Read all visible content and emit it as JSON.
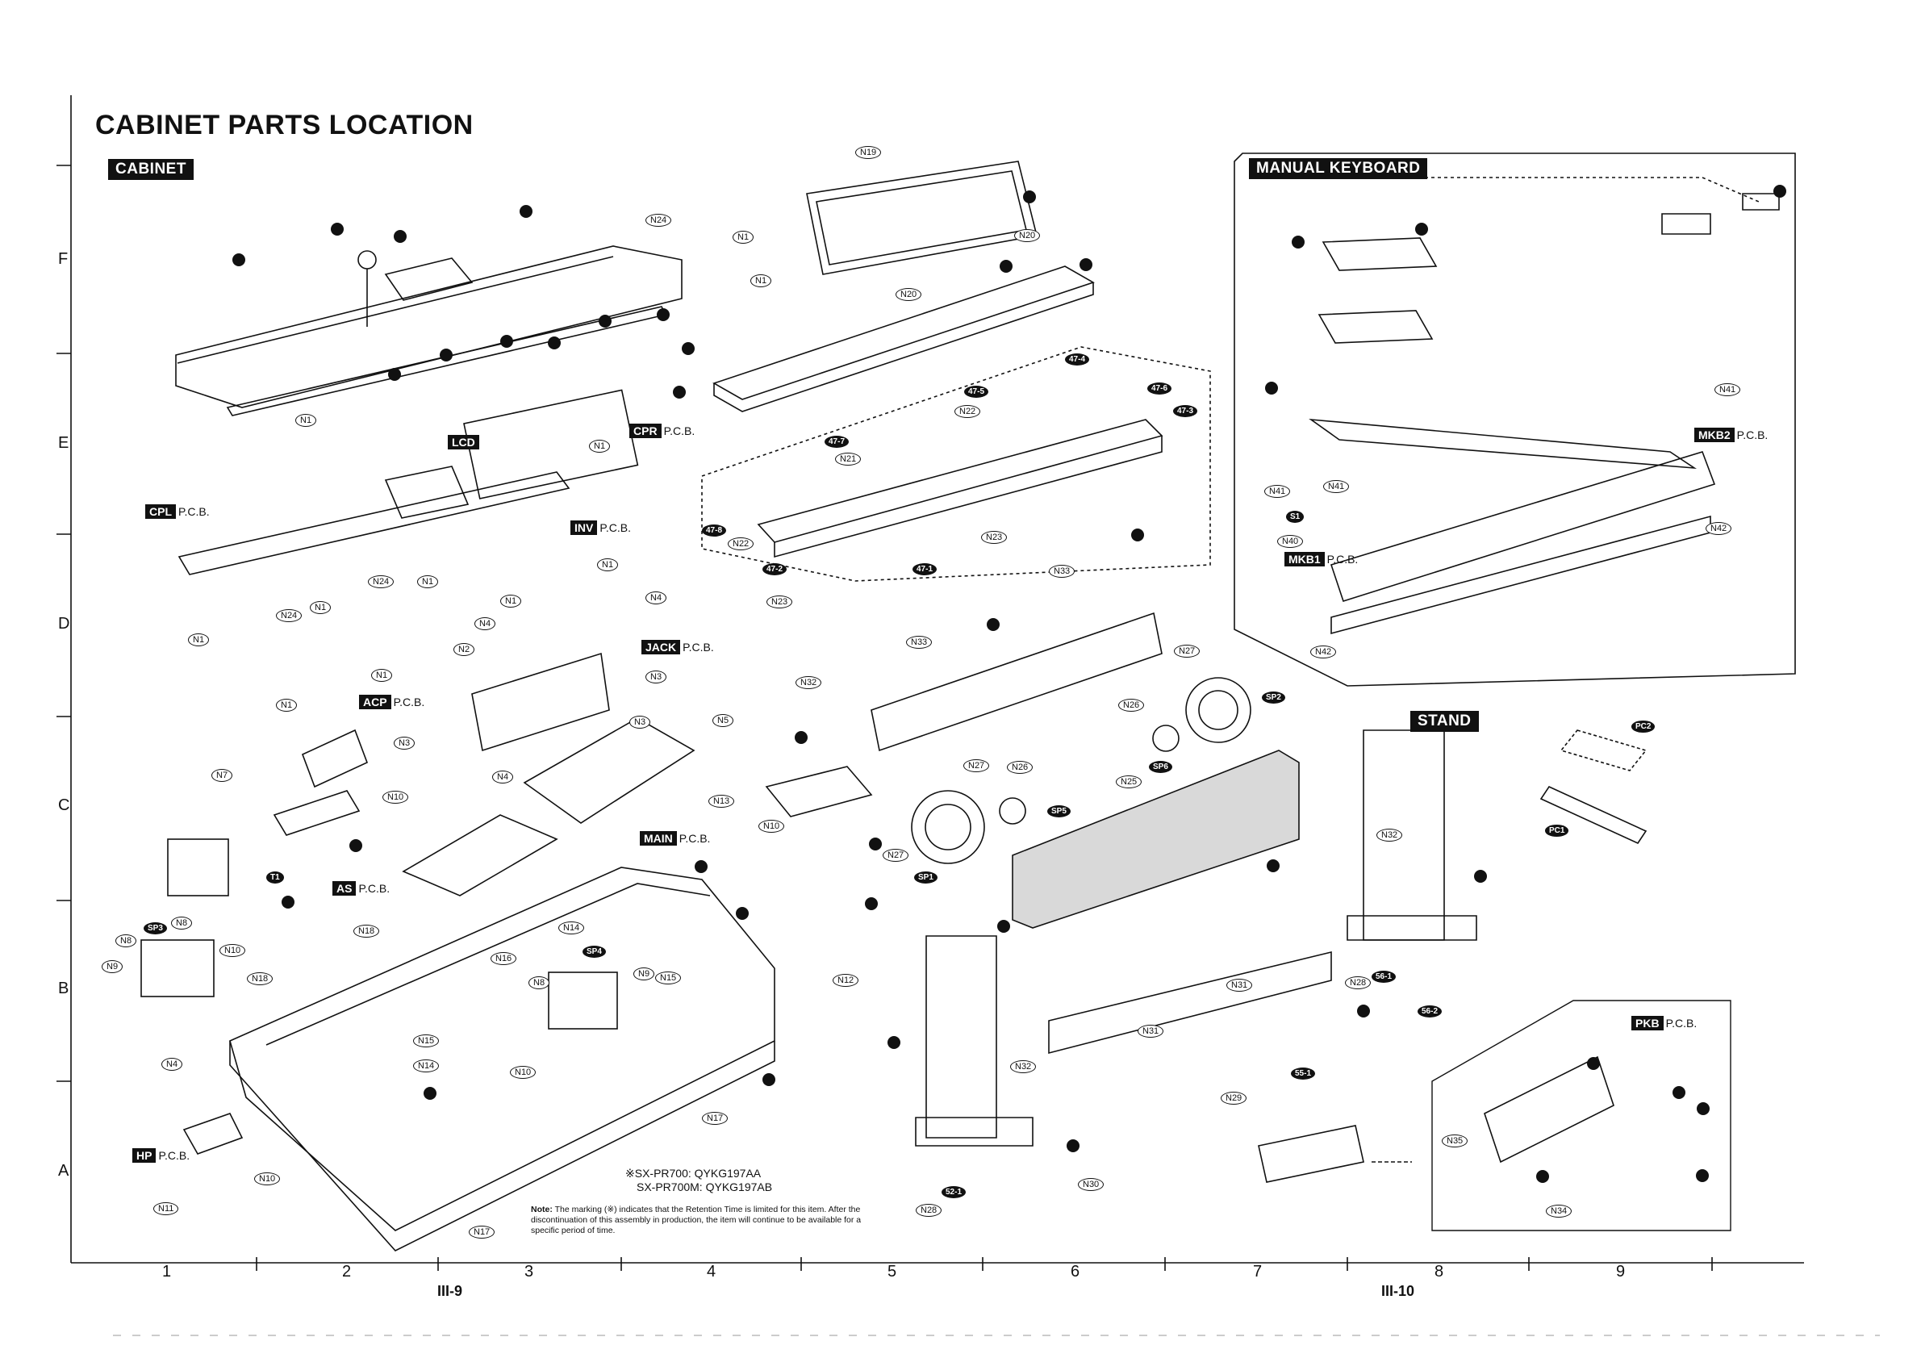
{
  "title": "CABINET PARTS LOCATION",
  "sections": {
    "cabinet": "CABINET",
    "manual_keyboard": "MANUAL KEYBOARD",
    "stand": "STAND"
  },
  "pcbs": [
    {
      "tag": "CPR",
      "suffix": "P.C.B."
    },
    {
      "tag": "LCD",
      "suffix": ""
    },
    {
      "tag": "CPL",
      "suffix": "P.C.B."
    },
    {
      "tag": "INV",
      "suffix": "P.C.B."
    },
    {
      "tag": "JACK",
      "suffix": "P.C.B."
    },
    {
      "tag": "ACP",
      "suffix": "P.C.B."
    },
    {
      "tag": "MAIN",
      "suffix": "P.C.B."
    },
    {
      "tag": "AS",
      "suffix": "P.C.B."
    },
    {
      "tag": "HP",
      "suffix": "P.C.B."
    },
    {
      "tag": "MKB2",
      "suffix": "P.C.B."
    },
    {
      "tag": "MKB1",
      "suffix": "P.C.B."
    },
    {
      "tag": "PKB",
      "suffix": "P.C.B."
    }
  ],
  "grid": {
    "rows": [
      "F",
      "E",
      "D",
      "C",
      "B",
      "A"
    ],
    "cols": [
      "1",
      "2",
      "3",
      "4",
      "5",
      "6",
      "7",
      "8",
      "9"
    ]
  },
  "page_refs": [
    "III-9",
    "III-10"
  ],
  "models": {
    "line1": "※SX-PR700: QYKG197AA",
    "line2": "SX-PR700M: QYKG197AB"
  },
  "note": {
    "label": "Note:",
    "text": "The marking (※) indicates that the Retention Time is limited for this item. After the discontinuation of this assembly in production, the item will continue to be available for a specific period of time."
  },
  "callout_labels": {
    "N1": "N1",
    "N2": "N2",
    "N3": "N3",
    "N4": "N4",
    "N5": "N5",
    "N7": "N7",
    "N8": "N8",
    "N9": "N9",
    "N10": "N10",
    "N11": "N11",
    "N12": "N12",
    "N13": "N13",
    "N14": "N14",
    "N15": "N15",
    "N16": "N16",
    "N17": "N17",
    "N18": "N18",
    "N19": "N19",
    "N20": "N20",
    "N21": "N21",
    "N22": "N22",
    "N23": "N23",
    "N24": "N24",
    "N25": "N25",
    "N26": "N26",
    "N27": "N27",
    "N28": "N28",
    "N29": "N29",
    "N30": "N30",
    "N31": "N31",
    "N32": "N32",
    "N33": "N33",
    "N34": "N34",
    "N35": "N35",
    "N40": "N40",
    "N41": "N41",
    "N42": "N42",
    "SP1": "SP1",
    "SP2": "SP2",
    "SP3": "SP3",
    "SP4": "SP4",
    "SP5": "SP5",
    "SP6": "SP6",
    "T1": "T1",
    "S1": "S1",
    "PC1": "PC1",
    "PC2": "PC2",
    "47-1": "47-1",
    "47-2": "47-2",
    "47-3": "47-3",
    "47-4": "47-4",
    "47-5": "47-5",
    "47-6": "47-6",
    "47-7": "47-7",
    "47-8": "47-8",
    "55-1": "55-1",
    "56-1": "56-1",
    "56-2": "56-2",
    "52-1": "52-1"
  },
  "colors": {
    "ink": "#111111",
    "paper": "#ffffff",
    "panel_fill": "#d9d9d9"
  }
}
